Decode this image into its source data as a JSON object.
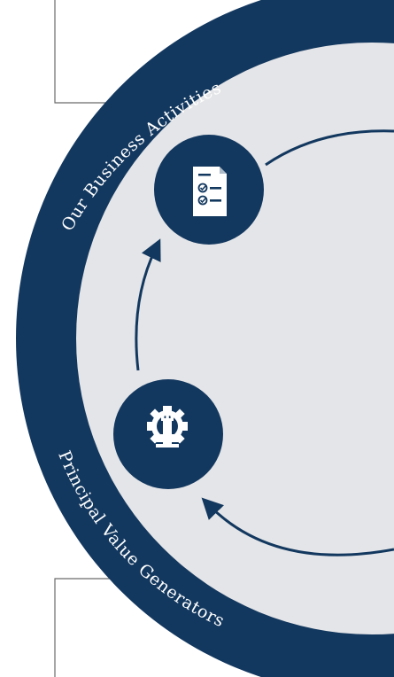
{
  "ring": {
    "top_label": "Our Business Activities",
    "bottom_label": "Principal Value Generators"
  },
  "nodes": [
    {
      "id": "business-activities",
      "icon": "checklist-document-icon"
    },
    {
      "id": "value-generators",
      "icon": "gear-chess-rook-icon"
    }
  ],
  "colors": {
    "navy": "#13385f",
    "inner_fill": "#e4e5e8",
    "connector": "#6b6b6b",
    "icon_fill": "#ffffff"
  }
}
